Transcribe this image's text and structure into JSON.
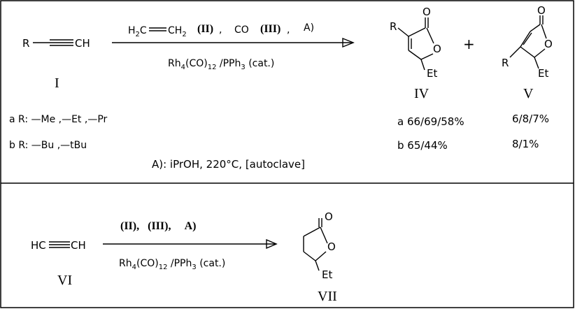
{
  "reaction1": {
    "reactant_r": "R",
    "reactant_ch": "CH",
    "reactant_label": "I",
    "reagent_h2c": "H",
    "reagent_h2c_sub": "2",
    "reagent_c": "C",
    "reagent_ch2": "CH",
    "reagent_ch2_sub": "2",
    "reagent_ii": "(II)",
    "comma1": ",",
    "reagent_co": "CO",
    "reagent_iii": "(III)",
    "comma2": ",",
    "reagent_a": "A)",
    "catalyst": {
      "rh": "Rh",
      "rh_sub": "4",
      "co_part": "(CO)",
      "co_sub": "12",
      "pph": " /PPh",
      "pph_sub": "3",
      "cat": " (cat.)"
    },
    "plus": "+",
    "product_iv": {
      "r": "R",
      "o_carbonyl": "O",
      "o_ring": "O",
      "et": "Et",
      "label": "IV"
    },
    "product_v": {
      "r": "R",
      "o_carbonyl": "O",
      "o_ring": "O",
      "et": "Et",
      "label": "V"
    },
    "substituents": {
      "a": "a  R: —Me ,—Et ,—Pr",
      "b": "b  R: —Bu ,—tBu"
    },
    "yields": {
      "a_iv": "a  66/69/58%",
      "a_v": "6/8/7%",
      "b_iv": "b  65/44%",
      "b_v": "8/1%"
    },
    "conditions": "A):  iPrOH,  220°C,  [autoclave]"
  },
  "reaction2": {
    "reactant_hc": "HC",
    "reactant_ch": "CH",
    "reactant_label": "VI",
    "reagents": "(II),   (III),     A)",
    "catalyst": {
      "rh": "Rh",
      "rh_sub": "4",
      "co_part": "(CO)",
      "co_sub": "12",
      "pph": " /PPh",
      "pph_sub": "3",
      "cat": " (cat.)"
    },
    "product_vii": {
      "o_carbonyl": "O",
      "o_ring": "O",
      "et": "Et",
      "label": "VII"
    }
  }
}
